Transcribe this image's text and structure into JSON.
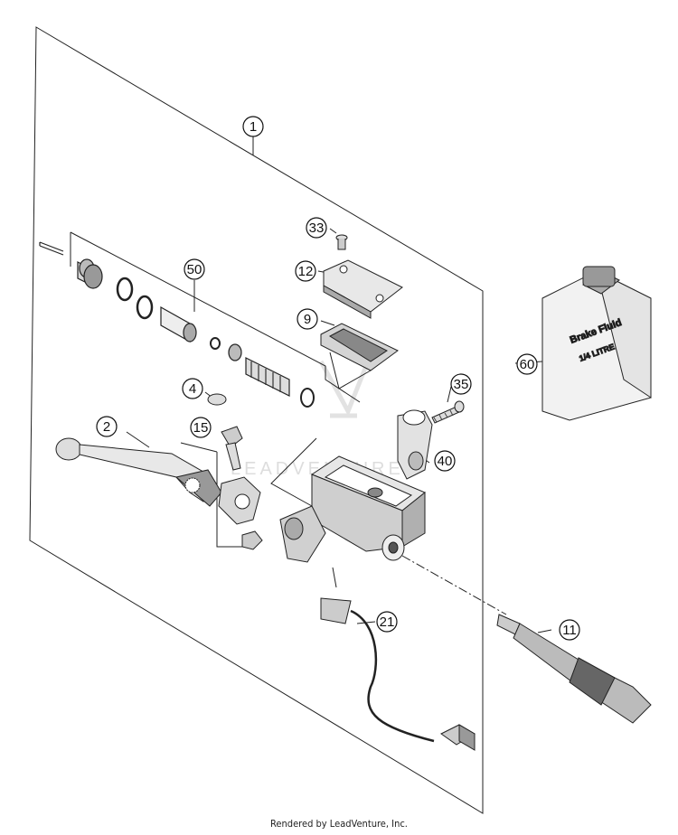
{
  "diagram": {
    "callouts": [
      {
        "id": "1",
        "label": "1"
      },
      {
        "id": "2",
        "label": "2"
      },
      {
        "id": "4",
        "label": "4"
      },
      {
        "id": "9",
        "label": "9"
      },
      {
        "id": "11",
        "label": "11"
      },
      {
        "id": "12",
        "label": "12"
      },
      {
        "id": "15",
        "label": "15"
      },
      {
        "id": "21",
        "label": "21"
      },
      {
        "id": "33",
        "label": "33"
      },
      {
        "id": "35",
        "label": "35"
      },
      {
        "id": "40",
        "label": "40"
      },
      {
        "id": "50",
        "label": "50"
      },
      {
        "id": "60",
        "label": "60"
      }
    ],
    "bottle_label_line1": "Brake Fluid",
    "bottle_label_line2": "1/4 LITRE",
    "watermark": "LEADVENTURE"
  },
  "footer": {
    "text": "Rendered by LeadVenture, Inc."
  }
}
